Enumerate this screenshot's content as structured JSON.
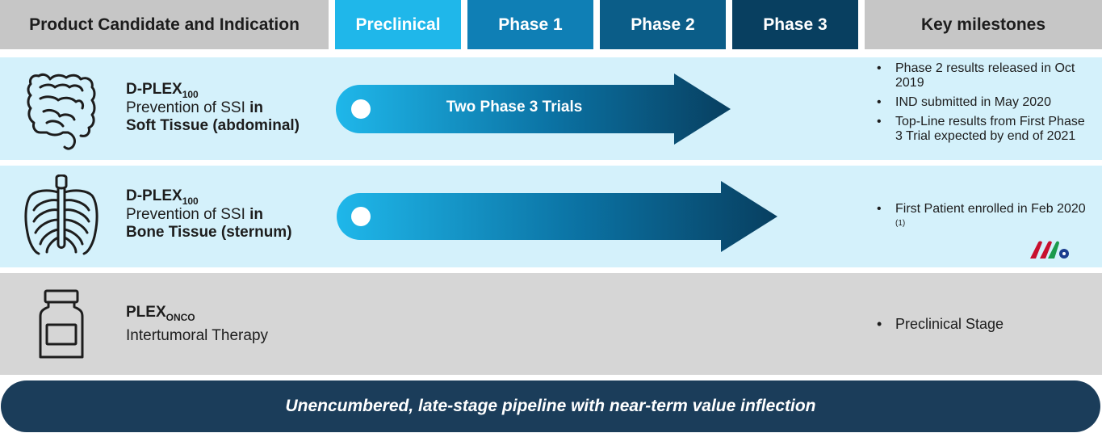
{
  "header": {
    "candidate": "Product Candidate and Indication",
    "preclinical": "Preclinical",
    "phase1": "Phase 1",
    "phase2": "Phase 2",
    "phase3": "Phase 3",
    "milestones": "Key milestones"
  },
  "rows": [
    {
      "icon": "intestine-icon",
      "name": "D-PLEX",
      "subscript": "100",
      "indication_prefix": "Prevention of SSI ",
      "indication_in": "in",
      "indication_tissue": "Soft Tissue (abdominal)",
      "arrow_label": "Two Phase 3 Trials",
      "progress_stage": "Phase 3",
      "milestones": [
        "Phase 2 results released in Oct 2019",
        "IND submitted in May 2020",
        "Top-Line results from First Phase 3 Trial expected by end of 2021"
      ]
    },
    {
      "icon": "ribcage-icon",
      "name": "D-PLEX",
      "subscript": "100",
      "indication_prefix": "Prevention of SSI ",
      "indication_in": "in",
      "indication_tissue": "Bone Tissue (sternum)",
      "arrow_label": "",
      "progress_stage": "Phase 3",
      "milestones": [
        "First Patient enrolled in Feb 2020"
      ],
      "milestone_footnote": "(1)"
    },
    {
      "icon": "vial-icon",
      "name": "PLEX",
      "subscript": "ONCO",
      "indication": "Intertumoral Therapy",
      "milestones": [
        "Preclinical Stage"
      ]
    }
  ],
  "banner": "Unencumbered, late-stage pipeline with near-term value inflection",
  "colors": {
    "preclinical": "#1fb7ea",
    "phase1": "#0f7fb5",
    "phase2": "#0b5d88",
    "phase3": "#083f60",
    "row_blue": "#d4f1fb",
    "row_gray": "#d6d6d6",
    "banner": "#1b3d5a"
  }
}
